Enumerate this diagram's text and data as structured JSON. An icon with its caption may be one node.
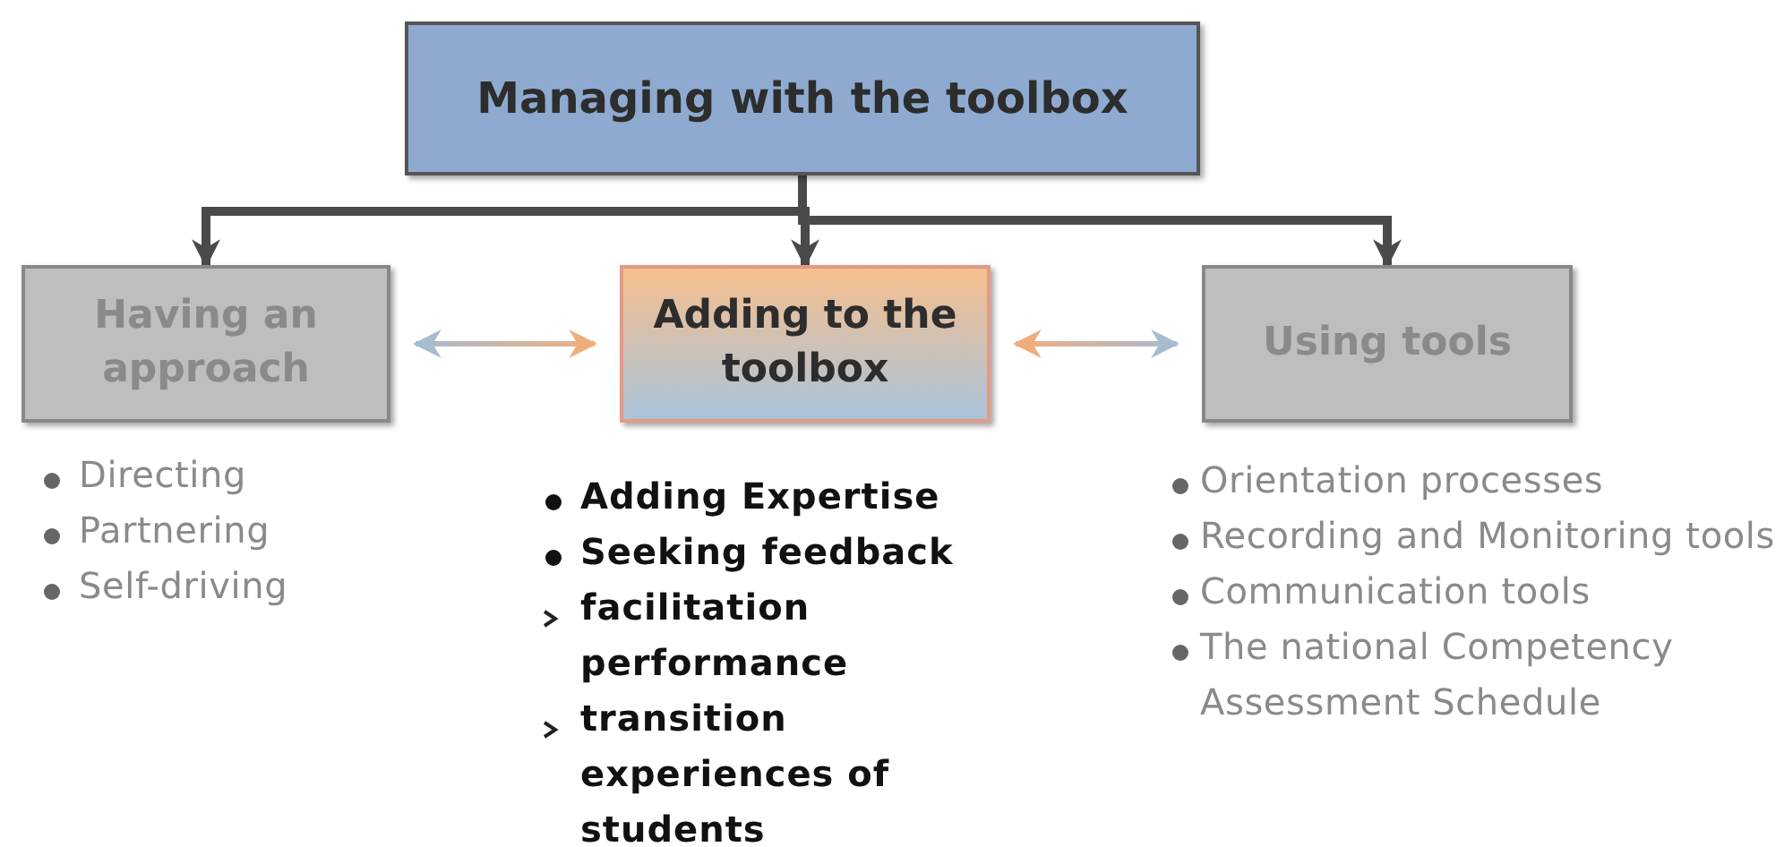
{
  "diagram": {
    "nodes": [
      {
        "text": [
          "Managing with the toolbox"
        ]
      },
      {
        "text": [
          "Having an approach"
        ],
        "beside": [
          "Directing",
          "Partnering",
          "Self-driving"
        ]
      },
      {
        "text": [
          "Adding to the toolbox"
        ],
        "beside": [
          "Adding Expertise",
          "Seeking feedback",
          "facilitation performance",
          "transition experiences of students"
        ]
      },
      {
        "text": [
          "Using tools"
        ],
        "beside": [
          "Orientation processes",
          "Recording and Monitoring tools",
          "Communication tools",
          "The national Competency Assessment Schedule"
        ]
      }
    ],
    "edges": [
      {
        "from": 0,
        "to": 1,
        "arrow": "to"
      },
      {
        "from": 0,
        "to": 2,
        "arrow": "to"
      },
      {
        "from": 0,
        "to": 3,
        "arrow": "to"
      },
      {
        "from": 1,
        "to": 2,
        "arrow": "both"
      },
      {
        "from": 2,
        "to": 3,
        "arrow": "both"
      }
    ]
  }
}
